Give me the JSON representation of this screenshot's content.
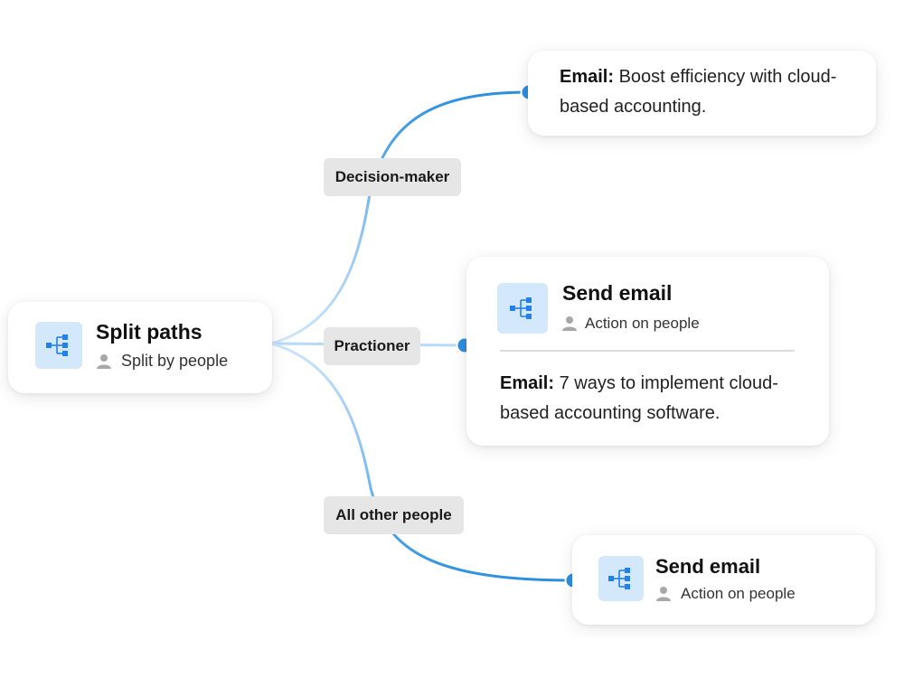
{
  "split_node": {
    "title": "Split paths",
    "subtitle": "Split by people",
    "icon": "split-paths-icon"
  },
  "paths": {
    "decision_maker": "Decision-maker",
    "practioner": "Practioner",
    "all_other": "All other people"
  },
  "email_card_top": {
    "prefix": "Email:",
    "text": "Boost efficiency with cloud-based accounting."
  },
  "send_email_middle": {
    "title": "Send email",
    "subtitle": "Action on people",
    "icon": "split-paths-icon",
    "email_prefix": "Email:",
    "email_text": "7 ways to implement cloud-based accounting software."
  },
  "send_email_bottom": {
    "title": "Send email",
    "subtitle": "Action on people",
    "icon": "split-paths-icon"
  },
  "colors": {
    "connector_active": "#2d8fe0",
    "connector_faded": "#b6dafa",
    "icon_bg": "#d3e8fb",
    "icon_fg": "#2680eb",
    "label_bg": "#e6e6e6"
  }
}
